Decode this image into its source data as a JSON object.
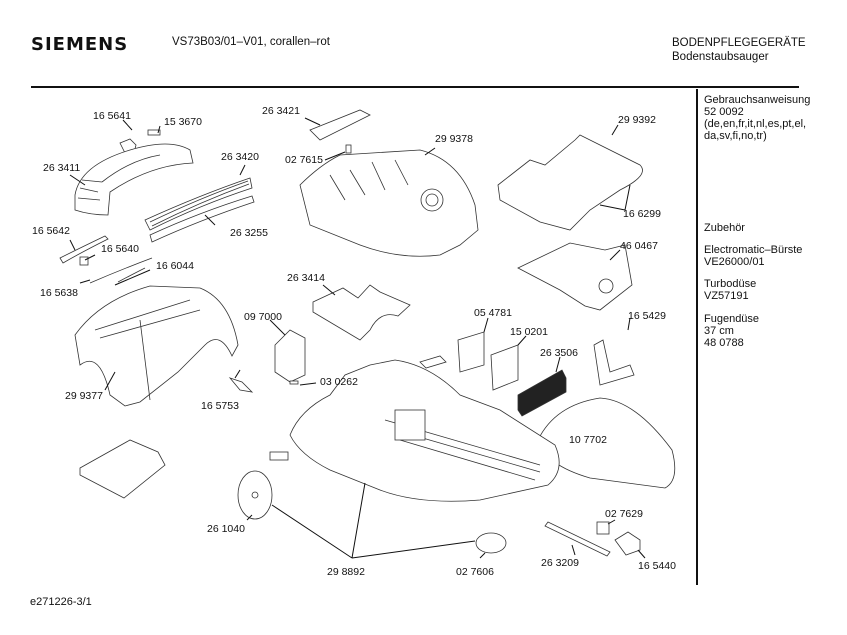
{
  "header": {
    "brand": "SIEMENS",
    "model": "VS73B03/01–V01, corallen–rot",
    "category": "BODENPFLEGEGERÄTE",
    "subcategory": "Bodenstaubsauger"
  },
  "sidebar": {
    "manual_title": "Gebrauchsanweisung",
    "manual_number": "52 0092",
    "manual_langs_1": "(de,en,fr,it,nl,es,pt,el,",
    "manual_langs_2": "da,sv,fi,no,tr)",
    "accessories_title": "Zubehör",
    "accessories": [
      {
        "name": "Electromatic–Bürste",
        "code": "VE26000/01"
      },
      {
        "name": "Turbodüse",
        "code": "VZ57191"
      },
      {
        "name": "Fugendüse",
        "size": "37 cm",
        "code": "48 0788"
      }
    ]
  },
  "parts": [
    "16 5641",
    "15 3670",
    "26 3411",
    "26 3420",
    "26 3255",
    "16 5642",
    "16 5640",
    "16 6044",
    "16 5638",
    "26 3421",
    "02 7615",
    "29 9378",
    "29 9392",
    "16 6299",
    "46 0467",
    "26 3414",
    "09 7000",
    "03 0262",
    "29 9377",
    "16 5753",
    "05 4781",
    "15 0201",
    "26 3506",
    "16 5429",
    "10 7702",
    "26 1040",
    "29 8892",
    "02 7606",
    "26 3209",
    "02 7629",
    "16 5440"
  ],
  "footer": {
    "doc_id": "e271226-3/1"
  }
}
